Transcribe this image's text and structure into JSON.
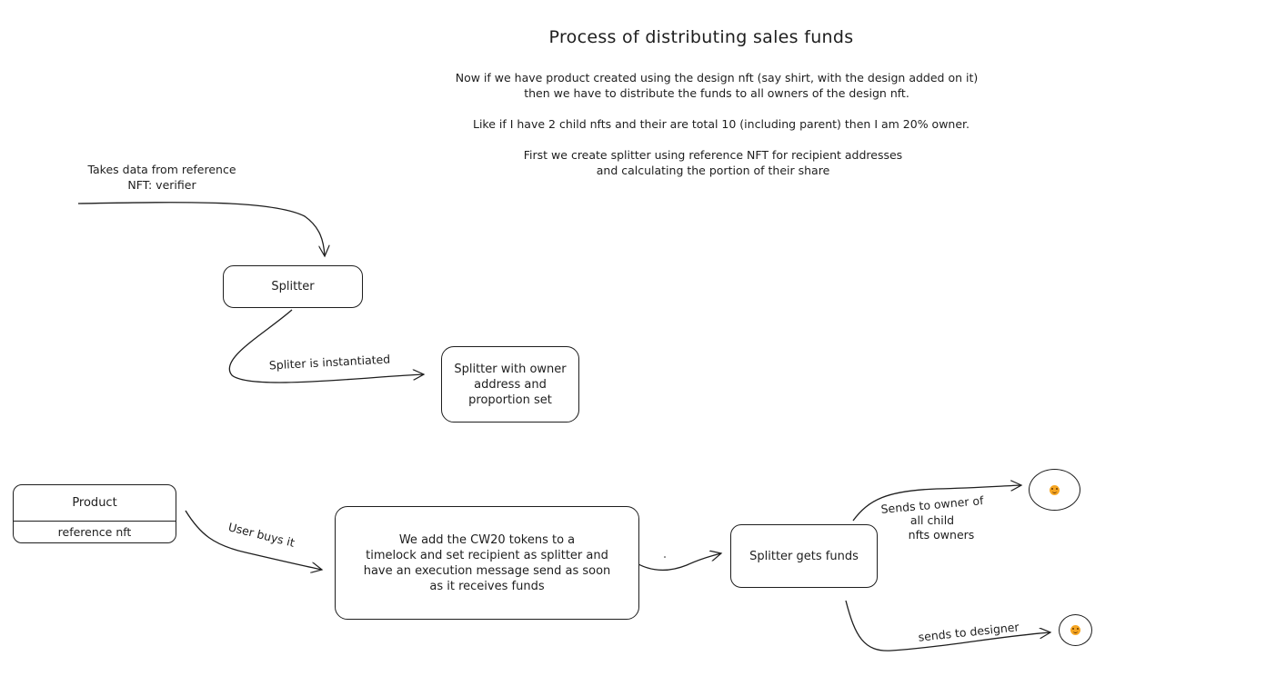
{
  "title": "Process of distributing sales funds",
  "intro": {
    "line1": "Now if we have product created using the design nft (say shirt, with the design added on it)",
    "line2": "then we have to distribute the funds to all owners of the design nft.",
    "line3": "Like if I have 2 child nfts and their are total 10 (including parent) then I am 20% owner.",
    "line4": "First we create splitter using reference NFT for recipient addresses",
    "line5": "and calculating the portion of their share"
  },
  "reference_note": {
    "line1": "Takes data from reference",
    "line2": "NFT: verifier"
  },
  "splitter_box": {
    "label": "Splitter"
  },
  "instantiated_label": "Spliter is instantiated",
  "splitter_set_box": {
    "line1": "Splitter with owner",
    "line2": "address and",
    "line3": "proportion set"
  },
  "product_box": {
    "label": "Product",
    "sub_label": "reference nft"
  },
  "buys_label": "User buys it",
  "timelock_box": {
    "line1": "We add the CW20 tokens to a",
    "line2": "timelock and set recipient as splitter and",
    "line3": "have an execution message send as soon",
    "line4": "as it receives funds"
  },
  "funds_box": {
    "label": "Splitter gets funds"
  },
  "owners_label": {
    "line1": "Sends to owner of",
    "line2": "all child",
    "line3": "nfts owners"
  },
  "designer_label": "sends to designer",
  "icons": {
    "owners_node": "smiley-face-icon",
    "designer_node": "smiley-face-icon"
  },
  "colors": {
    "stroke": "#1e1e1e",
    "emoji": "#f6a623"
  }
}
